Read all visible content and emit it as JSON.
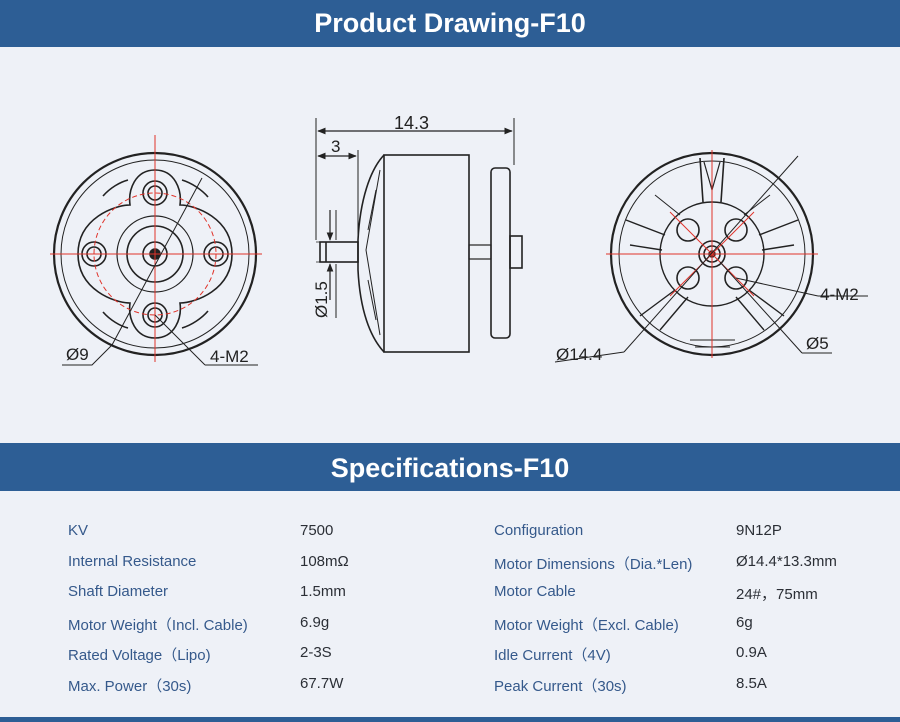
{
  "drawing_title": "Product Drawing-F10",
  "spec_title": "Specifications-F10",
  "dimensions": {
    "left_dia": "Ø9",
    "left_holes": "4-M2",
    "side_length": "14.3",
    "side_shaft_len": "3",
    "side_shaft_dia": "Ø1.5",
    "right_dia": "Ø14.4",
    "right_holes": "4-M2",
    "right_center": "Ø5"
  },
  "specs": [
    {
      "label1": "KV",
      "value1": "7500",
      "label2": "Configuration",
      "value2": "9N12P"
    },
    {
      "label1": "Internal Resistance",
      "value1": "108mΩ",
      "label2": "Motor Dimensions（Dia.*Len)",
      "value2": "Ø14.4*13.3mm"
    },
    {
      "label1": "Shaft Diameter",
      "value1": "1.5mm",
      "label2": "Motor Cable",
      "value2": "24#，75mm"
    },
    {
      "label1": "Motor Weight（Incl. Cable)",
      "value1": "6.9g",
      "label2": "Motor Weight（Excl. Cable)",
      "value2": "6g"
    },
    {
      "label1": "Rated Voltage（Lipo)",
      "value1": "2-3S",
      "label2": "Idle Current（4V)",
      "value2": "0.9A"
    },
    {
      "label1": "Max. Power（30s)",
      "value1": "67.7W",
      "label2": "Peak Current（30s)",
      "value2": "8.5A"
    }
  ],
  "colors": {
    "banner": "#2d5e95",
    "label": "#35598b",
    "dimension_red": "#e0332a"
  }
}
